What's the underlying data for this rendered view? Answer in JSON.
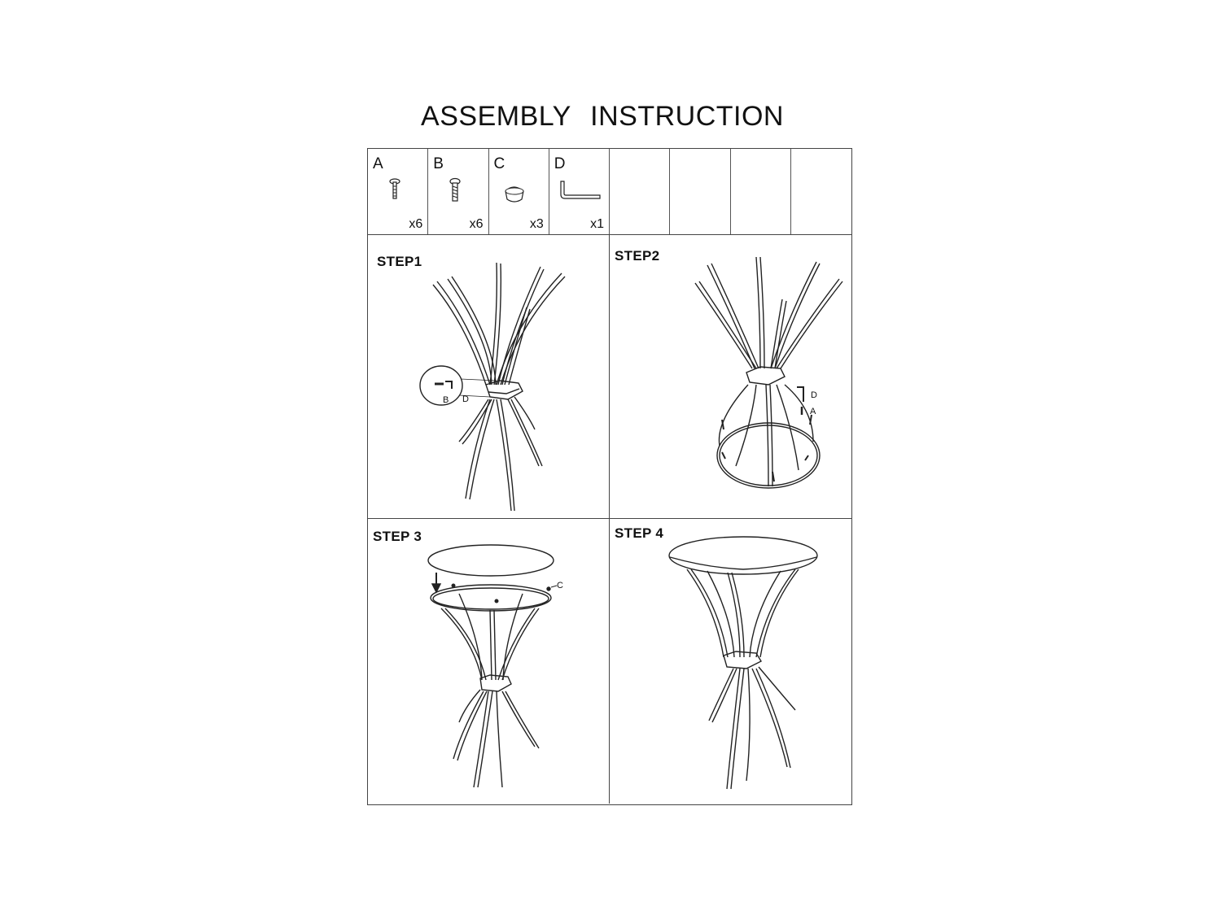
{
  "title": "ASSEMBLY  INSTRUCTION",
  "parts": [
    {
      "letter": "A",
      "qty": "x6",
      "icon": "bolt-icon"
    },
    {
      "letter": "B",
      "qty": "x6",
      "icon": "screw-icon"
    },
    {
      "letter": "C",
      "qty": "x3",
      "icon": "foot-cap-icon"
    },
    {
      "letter": "D",
      "qty": "x1",
      "icon": "allen-key-icon"
    },
    {
      "letter": "",
      "qty": ""
    },
    {
      "letter": "",
      "qty": ""
    },
    {
      "letter": "",
      "qty": ""
    },
    {
      "letter": "",
      "qty": ""
    }
  ],
  "steps": [
    {
      "label": "STEP1",
      "callouts": [
        "B",
        "D"
      ]
    },
    {
      "label": "STEP2",
      "callouts": [
        "D",
        "A"
      ]
    },
    {
      "label": "STEP 3",
      "callouts": [
        "C"
      ]
    },
    {
      "label": "STEP 4",
      "callouts": []
    }
  ],
  "colors": {
    "line": "#222222",
    "border": "#444444"
  }
}
